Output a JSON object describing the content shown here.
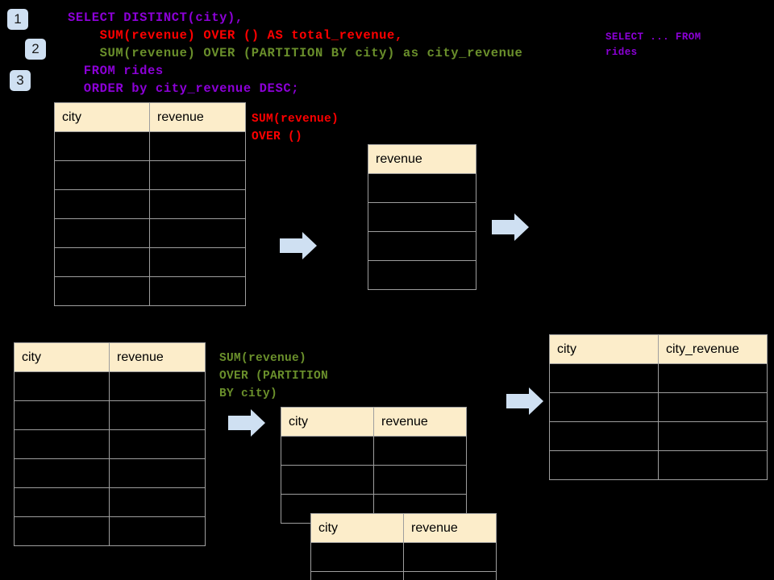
{
  "background": "#000000",
  "palette": {
    "badge_bg": "#cfe0f2",
    "header_bg": "#fcedca",
    "cell_border": "#9e9e9e",
    "arrow_fill": "#cfe0f2",
    "sql_purple": "#8c00d7",
    "sql_red": "#ff0000",
    "sql_green": "#6a8f2b"
  },
  "badges": [
    {
      "label": "1"
    },
    {
      "label": "2"
    },
    {
      "label": "3"
    }
  ],
  "sql": {
    "line1": "SELECT DISTINCT(city),",
    "line2": "    SUM(revenue) OVER () AS total_revenue,",
    "line3": "    SUM(revenue) OVER (PARTITION BY city) as city_revenue",
    "line4": "  FROM rides",
    "line5": "  ORDER by city_revenue DESC;",
    "side_note": "SELECT ... FROM rides"
  },
  "annotations": {
    "over_empty": "SUM(revenue)\nOVER ()",
    "over_partition": "SUM(revenue)\nOVER (PARTITION\nBY city)"
  },
  "tables": {
    "source_top": {
      "headers": [
        "city",
        "revenue"
      ],
      "row_count": 6,
      "rows": [
        [
          "",
          ""
        ],
        [
          "",
          ""
        ],
        [
          "",
          ""
        ],
        [
          "",
          ""
        ],
        [
          "",
          ""
        ],
        [
          "",
          ""
        ]
      ]
    },
    "revenue_single": {
      "headers": [
        "revenue"
      ],
      "row_count": 4,
      "rows": [
        [
          ""
        ],
        [
          ""
        ],
        [
          ""
        ],
        [
          ""
        ]
      ]
    },
    "source_bottom": {
      "headers": [
        "city",
        "revenue"
      ],
      "row_count": 6,
      "rows": [
        [
          "",
          ""
        ],
        [
          "",
          ""
        ],
        [
          "",
          ""
        ],
        [
          "",
          ""
        ],
        [
          "",
          ""
        ],
        [
          "",
          ""
        ]
      ]
    },
    "partition_back": {
      "headers": [
        "city",
        "revenue"
      ],
      "row_count": 3,
      "rows": [
        [
          "",
          ""
        ],
        [
          "",
          ""
        ],
        [
          "",
          ""
        ]
      ]
    },
    "partition_front": {
      "headers": [
        "city",
        "revenue"
      ],
      "row_count": 2,
      "rows": [
        [
          "",
          ""
        ],
        [
          "",
          ""
        ]
      ]
    },
    "result": {
      "headers": [
        "city",
        "city_revenue"
      ],
      "row_count": 4,
      "rows": [
        [
          "",
          ""
        ],
        [
          "",
          ""
        ],
        [
          "",
          ""
        ],
        [
          "",
          ""
        ]
      ]
    }
  },
  "arrows": [
    {
      "name": "arrow-source-to-revenue"
    },
    {
      "name": "arrow-revenue-to-result"
    },
    {
      "name": "arrow-source-to-partition"
    },
    {
      "name": "arrow-partition-to-result"
    }
  ]
}
